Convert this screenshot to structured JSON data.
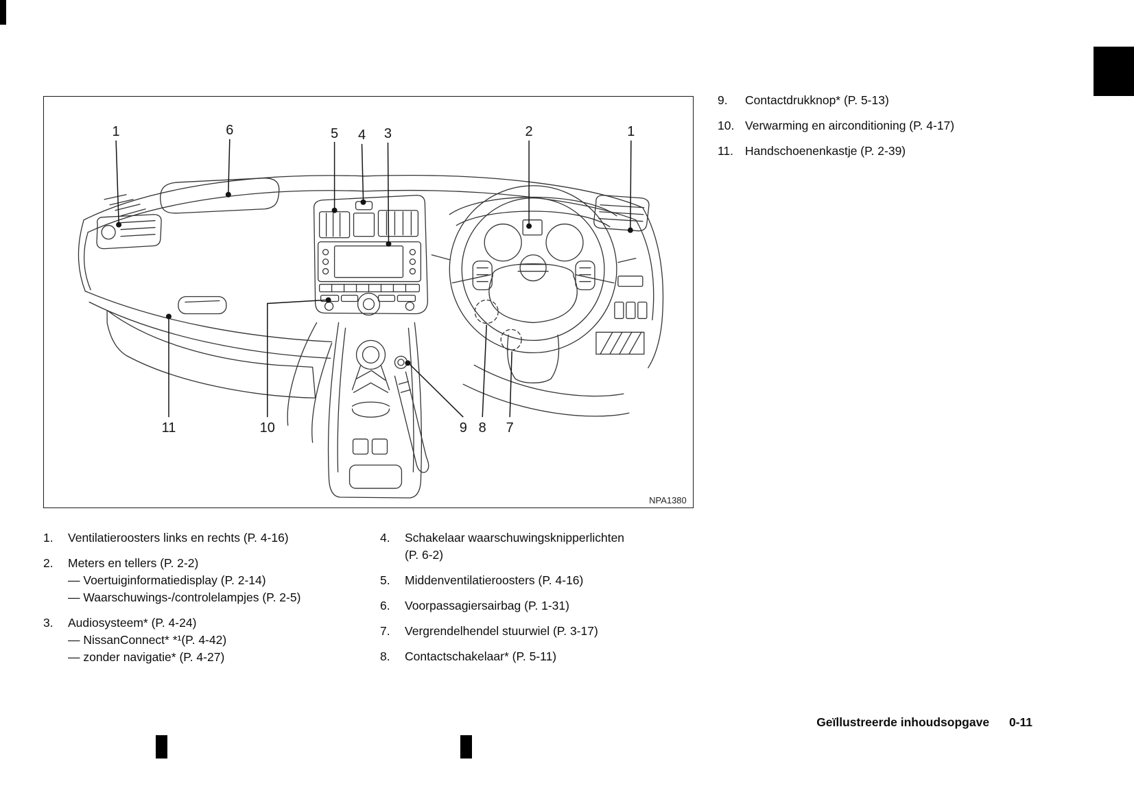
{
  "right_list": [
    {
      "num": "9.",
      "text": "Contactdrukknop* (P. 5-13)"
    },
    {
      "num": "10.",
      "text": "Verwarming en airconditioning (P. 4-17)"
    },
    {
      "num": "11.",
      "text": "Handschoenenkastje (P. 2-39)"
    }
  ],
  "legend_left": [
    {
      "num": "1.",
      "lines": [
        "Ventilatieroosters links en rechts (P. 4-16)"
      ]
    },
    {
      "num": "2.",
      "lines": [
        "Meters en tellers (P. 2-2)",
        "— Voertuiginformatiedisplay (P. 2-14)",
        "— Waarschuwings-/controlelampjes (P. 2-5)"
      ]
    },
    {
      "num": "3.",
      "lines": [
        "Audiosysteem* (P. 4-24)",
        "— NissanConnect* *¹(P. 4-42)",
        "— zonder navigatie* (P. 4-27)"
      ]
    }
  ],
  "legend_right": [
    {
      "num": "4.",
      "lines": [
        "Schakelaar waarschuwingsknipperlichten (P. 6-2)"
      ]
    },
    {
      "num": "5.",
      "lines": [
        "Middenventilatieroosters (P. 4-16)"
      ]
    },
    {
      "num": "6.",
      "lines": [
        "Voorpassagiersairbag (P. 1-31)"
      ]
    },
    {
      "num": "7.",
      "lines": [
        "Vergrendelhendel stuurwiel (P. 3-17)"
      ]
    },
    {
      "num": "8.",
      "lines": [
        "Contactschakelaar* (P. 5-11)"
      ]
    }
  ],
  "diagram": {
    "figure_code": "NPA1380",
    "callouts": {
      "top": [
        "1",
        "6",
        "5",
        "4",
        "3",
        "2",
        "1"
      ],
      "bottom": [
        "11",
        "10",
        "9",
        "8",
        "7"
      ]
    }
  },
  "footer": {
    "title": "Geïllustreerde inhoudsopgave",
    "page": "0-11"
  }
}
